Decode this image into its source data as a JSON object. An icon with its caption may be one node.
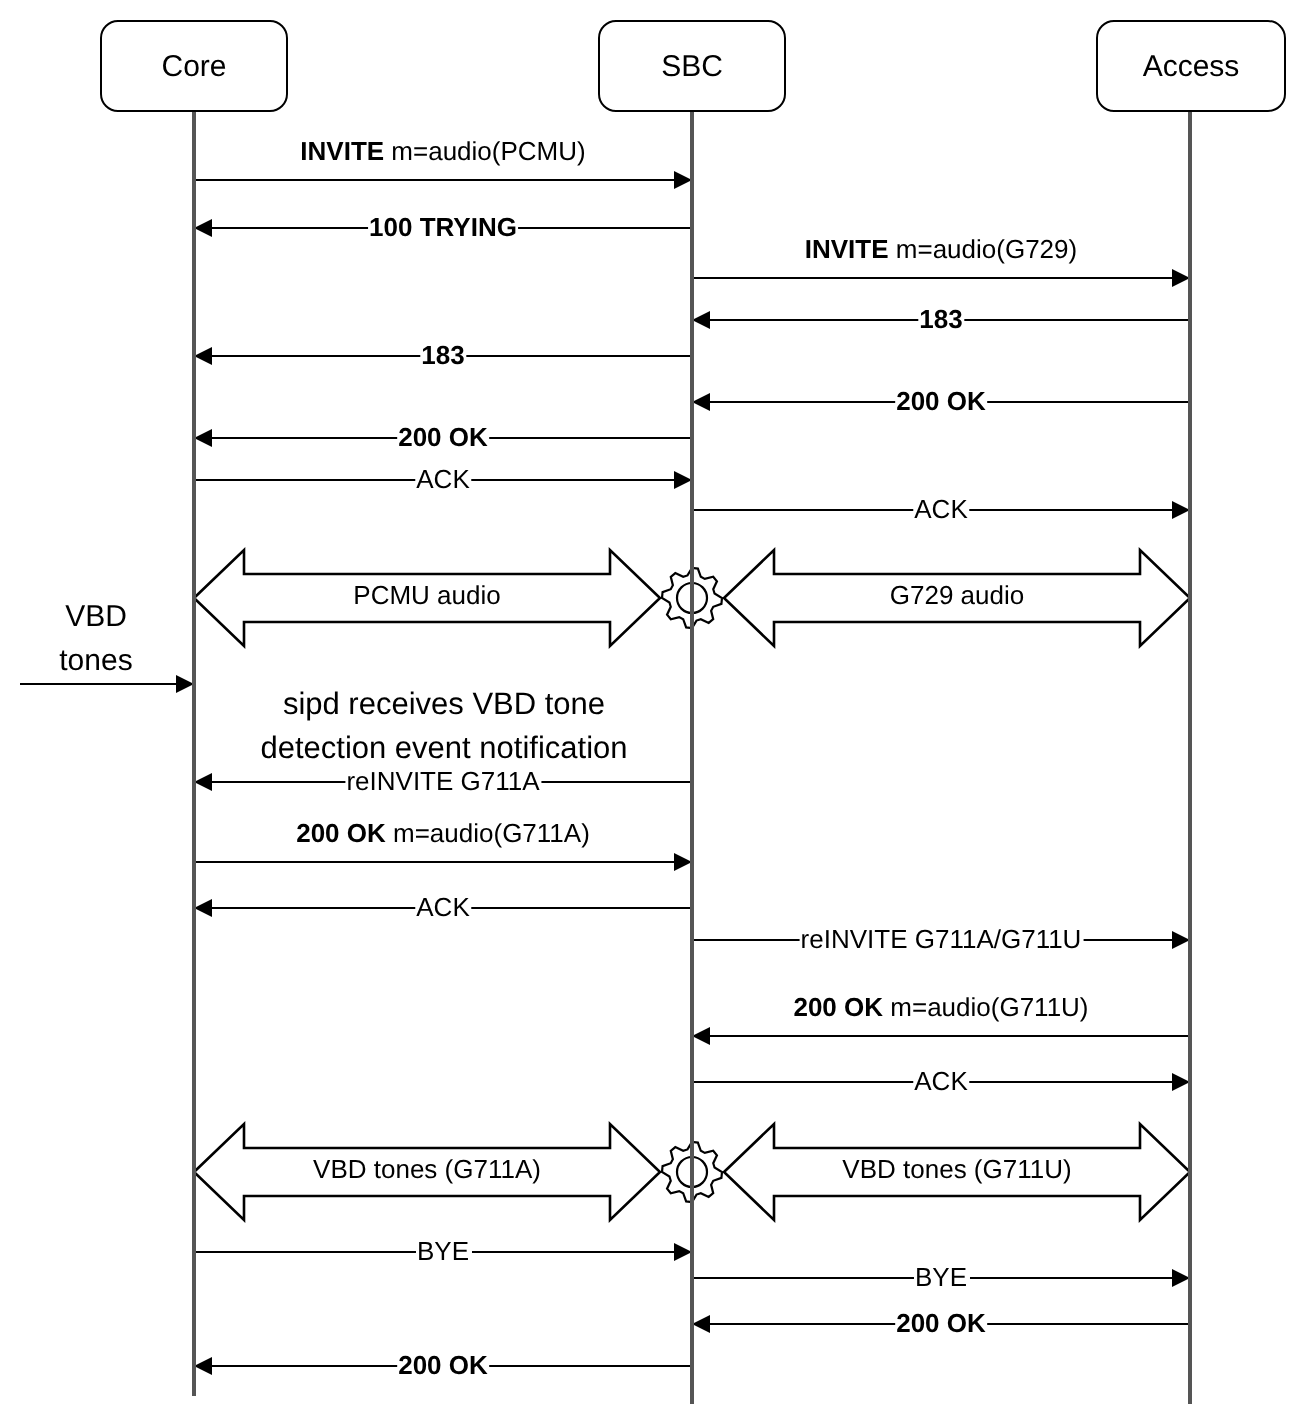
{
  "diagram": {
    "nodes": [
      {
        "text": [
          "Core"
        ]
      },
      {
        "text": [
          "SBC"
        ]
      },
      {
        "text": [
          "Access"
        ]
      },
      {
        "text": [
          "VBD tones"
        ]
      }
    ],
    "edges": [
      {
        "from": 0,
        "to": 1,
        "arrow": "to",
        "label": "**INVITE** m=audio(PCMU)"
      },
      {
        "from": 1,
        "to": 0,
        "arrow": "to",
        "label": "100 TRYING"
      },
      {
        "from": 1,
        "to": 2,
        "arrow": "to",
        "label": "**INVITE** m=audio(G729)"
      },
      {
        "from": 2,
        "to": 1,
        "arrow": "to",
        "label": "183"
      },
      {
        "from": 1,
        "to": 0,
        "arrow": "to",
        "label": "183"
      },
      {
        "from": 2,
        "to": 1,
        "arrow": "to",
        "label": "200 OK"
      },
      {
        "from": 1,
        "to": 0,
        "arrow": "to",
        "label": "200 OK"
      },
      {
        "from": 0,
        "to": 1,
        "arrow": "to",
        "label": "ACK"
      },
      {
        "from": 1,
        "to": 2,
        "arrow": "to",
        "label": "ACK"
      },
      {
        "from": 0,
        "to": 1,
        "arrow": "both",
        "label": "PCMU audio",
        "style": "thick"
      },
      {
        "from": 1,
        "to": 2,
        "arrow": "both",
        "label": "G729 audio",
        "style": "thick"
      },
      {
        "from": 3,
        "to": 0,
        "arrow": "to"
      },
      {
        "from": 1,
        "to": 0,
        "arrow": "to",
        "label": "reINVITE G711A"
      },
      {
        "from": 0,
        "to": 1,
        "arrow": "to",
        "label": "**200 OK** m=audio(G711A)"
      },
      {
        "from": 1,
        "to": 0,
        "arrow": "to",
        "label": "ACK"
      },
      {
        "from": 1,
        "to": 2,
        "arrow": "to",
        "label": "reINVITE G711A/G711U"
      },
      {
        "from": 2,
        "to": 1,
        "arrow": "to",
        "label": "**200 OK** m=audio(G711U)"
      },
      {
        "from": 1,
        "to": 2,
        "arrow": "to",
        "label": "ACK"
      },
      {
        "from": 0,
        "to": 1,
        "arrow": "both",
        "label": "VBD tones (G711A)",
        "style": "thick"
      },
      {
        "from": 1,
        "to": 2,
        "arrow": "both",
        "label": "VBD tones (G711U)",
        "style": "thick"
      },
      {
        "from": 0,
        "to": 1,
        "arrow": "to",
        "label": "BYE"
      },
      {
        "from": 1,
        "to": 2,
        "arrow": "to",
        "label": "BYE"
      },
      {
        "from": 2,
        "to": 1,
        "arrow": "to",
        "label": "200 OK"
      },
      {
        "from": 1,
        "to": 0,
        "arrow": "to",
        "label": "200 OK"
      }
    ],
    "labels": [
      "sipd receives VBD tone detection event notification"
    ]
  }
}
